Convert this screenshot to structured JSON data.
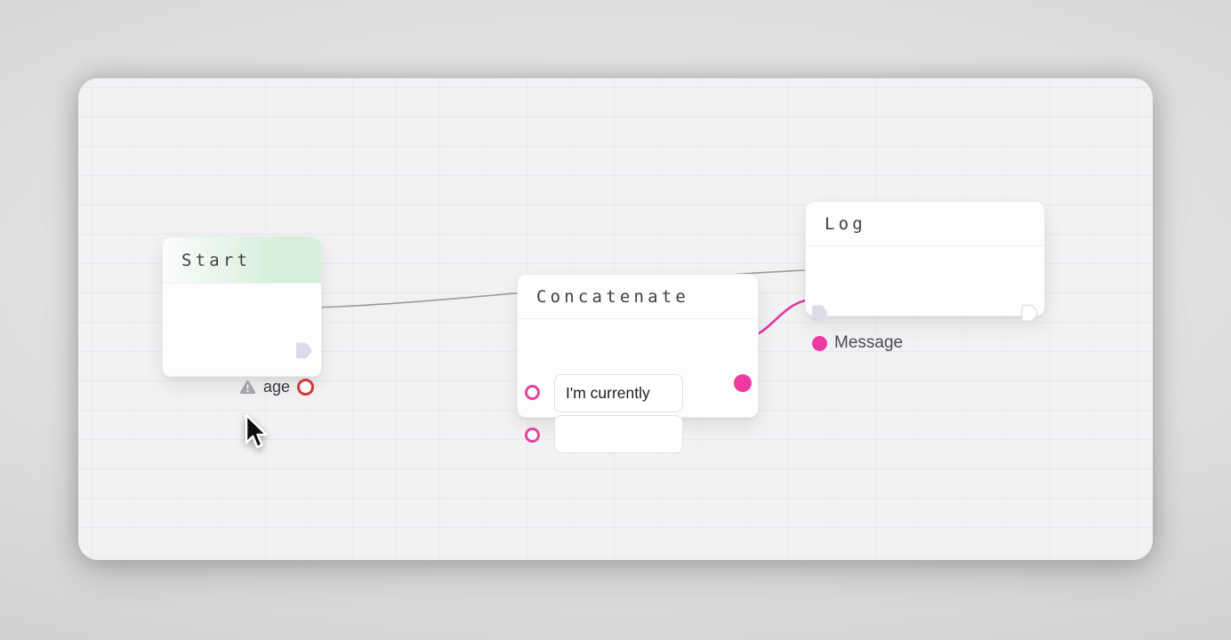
{
  "canvas": {
    "background": "#f2f2f4",
    "frame_background": "#d6d6d6"
  },
  "colors": {
    "accent_pink": "#ee3aa2",
    "error_red": "#d63638",
    "exec_port_fill": "#dcdce8",
    "wire_gray": "#9b9b9b",
    "wire_pink": "#e3379f",
    "start_header_green": "#d5efda",
    "header_text": "#3f3f44"
  },
  "icons": {
    "warning": "triangle-exclamation",
    "exec_port": "flag-pentagon",
    "data_port": "circle",
    "cursor": "arrow-pointer"
  },
  "nodes": {
    "start": {
      "title": "Start",
      "output_label": "age"
    },
    "concatenate": {
      "title": "Concatenate",
      "fields": [
        {
          "value": "I'm currently",
          "placeholder": ""
        },
        {
          "value": "",
          "placeholder": ""
        }
      ]
    },
    "log": {
      "title": "Log",
      "input_label": "Message"
    }
  },
  "connections": [
    {
      "from": "start.exec-out",
      "to": "log.exec-in",
      "color": "gray"
    },
    {
      "from": "concatenate.output",
      "to": "log.message-input",
      "color": "pink"
    }
  ]
}
